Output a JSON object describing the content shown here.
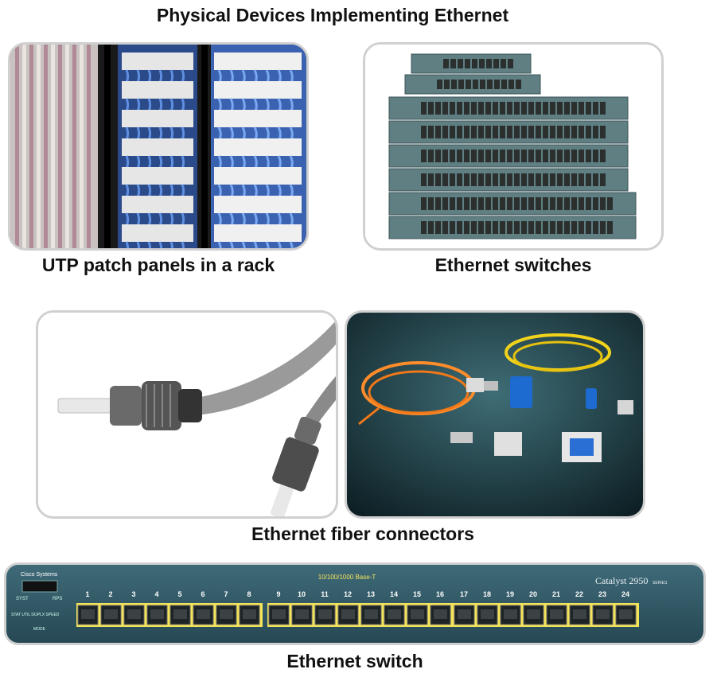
{
  "page_title": "Physical Devices Implementing Ethernet",
  "captions": {
    "patch_panels": "UTP patch panels in a rack",
    "switches": "Ethernet switches",
    "fiber": "Ethernet fiber connectors",
    "switch_single": "Ethernet switch"
  },
  "switch_panel": {
    "brand": "Cisco Systems",
    "model": "Catalyst 2950",
    "model_suffix": "SERIES",
    "port_type": "10/100/1000 Base-T",
    "left_labels": [
      "SYST",
      "RPS"
    ],
    "status_row": "STAT UTIL DUPLX SPEED",
    "mode_label": "MODE",
    "port_numbers": [
      "1",
      "2",
      "3",
      "4",
      "5",
      "6",
      "7",
      "8",
      "9",
      "10",
      "11",
      "12",
      "13",
      "14",
      "15",
      "16",
      "17",
      "18",
      "19",
      "20",
      "21",
      "22",
      "23",
      "24"
    ]
  }
}
